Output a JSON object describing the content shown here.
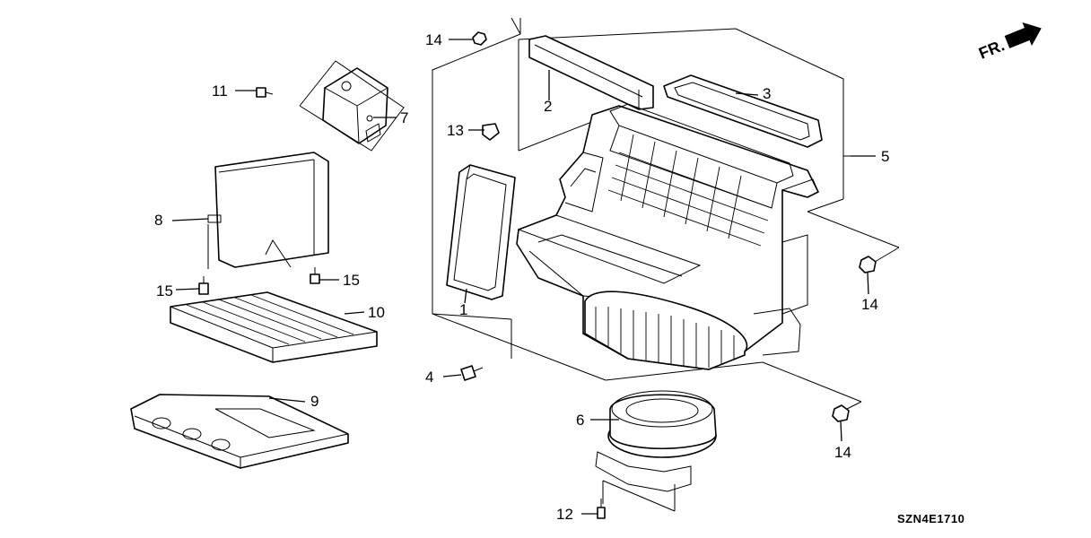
{
  "diagram": {
    "code": "SZN4E1710",
    "direction_label": "FR.",
    "callouts": [
      {
        "part": "filter-frame",
        "number": "1"
      },
      {
        "part": "seal-strip",
        "number": "2"
      },
      {
        "part": "gasket",
        "number": "3"
      },
      {
        "part": "screw",
        "number": "4"
      },
      {
        "part": "blower-housing",
        "number": "5"
      },
      {
        "part": "blower-motor",
        "number": "6"
      },
      {
        "part": "actuator-motor",
        "number": "7"
      },
      {
        "part": "control-unit",
        "number": "8"
      },
      {
        "part": "filter-lid",
        "number": "9"
      },
      {
        "part": "air-filter",
        "number": "10"
      },
      {
        "part": "screw-actuator",
        "number": "11"
      },
      {
        "part": "screw-motor",
        "number": "12"
      },
      {
        "part": "clip",
        "number": "13"
      },
      {
        "part": "nut-top",
        "number": "14"
      },
      {
        "part": "nut-right",
        "number": "14"
      },
      {
        "part": "nut-bottom",
        "number": "14"
      },
      {
        "part": "screw-unit-left",
        "number": "15"
      },
      {
        "part": "screw-unit-right",
        "number": "15"
      }
    ]
  }
}
